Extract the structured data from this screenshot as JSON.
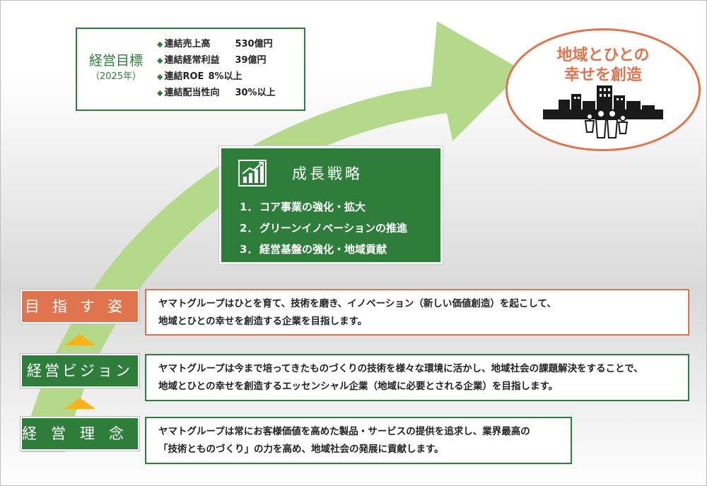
{
  "goals": {
    "title": "経営目標",
    "subtitle": "（2025年）",
    "items": [
      {
        "label": "連結売上高",
        "value": "530億円"
      },
      {
        "label": "連結経常利益",
        "value": "39億円"
      },
      {
        "label": "連結ROE",
        "value": "8%以上"
      },
      {
        "label": "連結配当性向",
        "value": "30%以上"
      }
    ]
  },
  "strategy": {
    "title": "成長戦略",
    "items": [
      {
        "num": "1．",
        "text": "コア事業の強化・拡大"
      },
      {
        "num": "2．",
        "text": "グリーンイノベーションの推進"
      },
      {
        "num": "3．",
        "text": "経営基盤の強化・地域貢献"
      }
    ]
  },
  "target": {
    "line1": "地域とひとの",
    "line2": "幸せを創造"
  },
  "levels": [
    {
      "label": "目指す姿",
      "lines": [
        "ヤマトグループはひとを育て、技術を磨き、イノベーション（新しい価値創造）を起こして、",
        "地域とひとの幸せを創造する企業を目指します。"
      ]
    },
    {
      "label": "経営ビジョン",
      "lines": [
        "ヤマトグループは今まで培ってきたものづくりの技術を様々な環境に活かし、地域社会の課題解決をすることで、",
        "地域とひとの幸せを創造するエッセンシャル企業（地域に必要とされる企業）を目指します。"
      ]
    },
    {
      "label": "経営理念",
      "lines": [
        "ヤマトグループは常にお客様価値を高めた製品・サービスの提供を追求し、業界最高の",
        "「技術とものづくり」の力を高め、地域社会の発展に貢献します。"
      ]
    }
  ],
  "colors": {
    "green": "#2e7d3b",
    "orange": "#e0744f",
    "arrow": "#b5d98a",
    "triangle": "#f6b31a"
  },
  "icons": [
    "growth-chart-icon",
    "city-family-icon",
    "up-triangle-icon"
  ]
}
